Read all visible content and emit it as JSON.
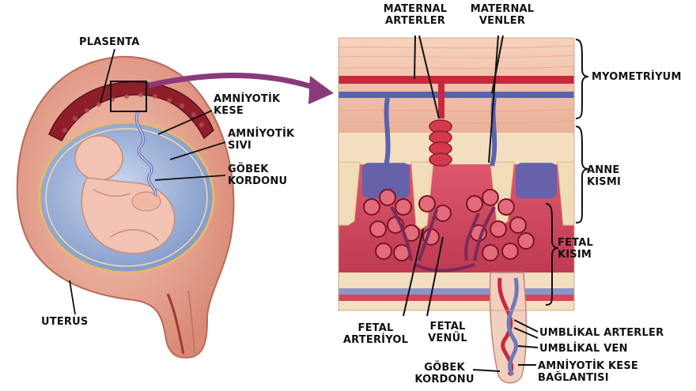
{
  "labels": {
    "plasenta": "PLASENTA",
    "amniyotik_kese": [
      "AMNİYOTİK",
      "KESE"
    ],
    "amniyotik_sivi": [
      "AMNİYOTİK",
      "SIVI"
    ],
    "gobek_kordonu_left": [
      "GÖBEK",
      "KORDONU"
    ],
    "uterus": "UTERUS",
    "maternal_arterler": [
      "MATERNAL",
      "ARTERLER"
    ],
    "maternal_venler": [
      "MATERNAL",
      "VENLER"
    ],
    "myometriyum": "MYOMETRİYUM",
    "anne_kismi": [
      "ANNE",
      "KISMI"
    ],
    "fetal_kisim": [
      "FETAL",
      "KISIM"
    ],
    "fetal_arteriyol": [
      "FETAL",
      "ARTERİYOL"
    ],
    "fetal_venul": [
      "FETAL",
      "VENÜL"
    ],
    "umblikal_arterler": "UMBLİKAL ARTERLER",
    "umblikal_ven": "UMBLİKAL VEN",
    "amniyotik_kese_baglantisi": [
      "AMNİYOTİK KESE",
      "BAĞLANTISI"
    ],
    "gobek_kordonu_right": [
      "GÖBEK",
      "KORDONU"
    ]
  },
  "colors": {
    "uterus_wall": "#e8a48e",
    "placenta": "#9e2a2f",
    "amniotic_fluid": "#9fb6dc",
    "fetus": "#f3c2b4",
    "myometrium": "#f4c7ad",
    "maternal_blood": "#c8283c",
    "venous_blue": "#5a63b0",
    "decidua": "#f3dfc0",
    "arrow": "#8a3a7a"
  }
}
